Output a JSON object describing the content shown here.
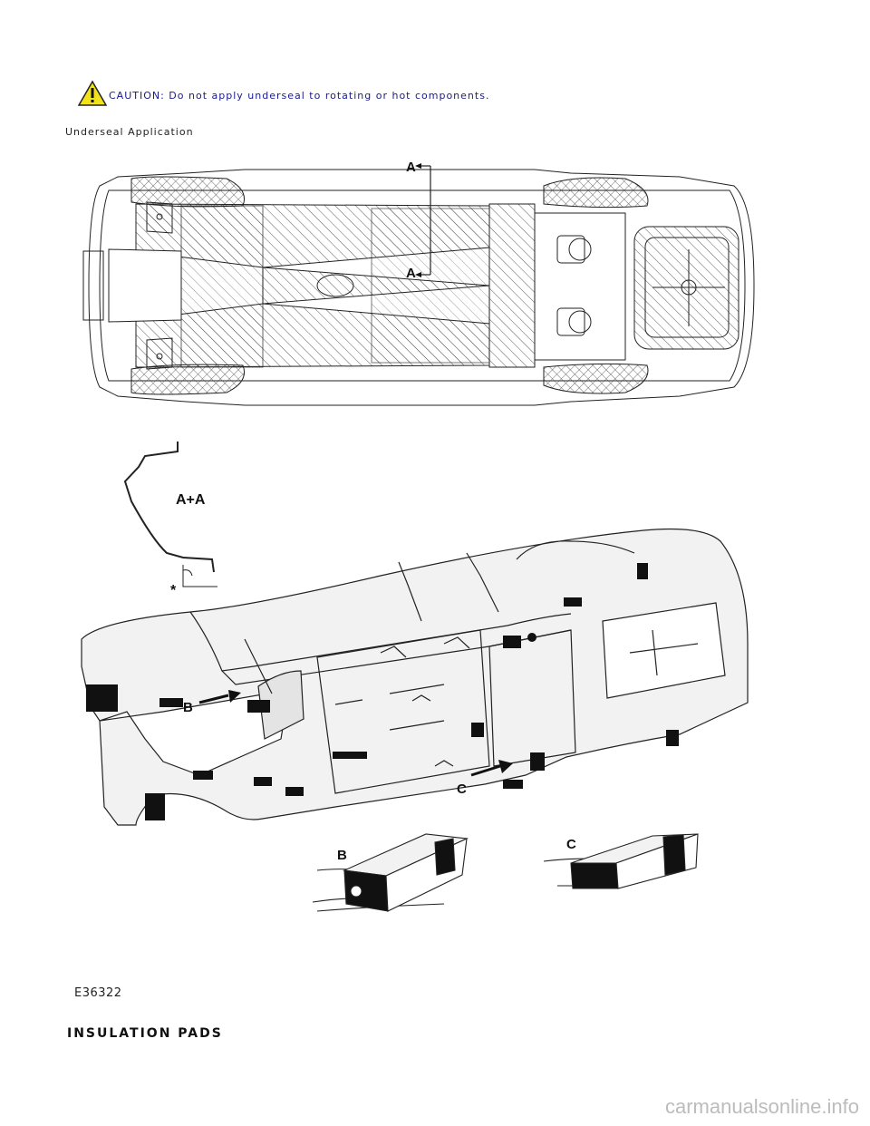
{
  "caution": {
    "text": "CAUTION: Do not apply underseal to rotating or hot components.",
    "icon": "warning-triangle-icon",
    "icon_color": "#f2e21b"
  },
  "subheading": "Underseal Application",
  "figure": {
    "label_a": "A",
    "label_section": "A+A",
    "label_b": "B",
    "label_c": "C",
    "asterisk": "*",
    "code": "E36322"
  },
  "section_title": "INSULATION PADS",
  "watermark": "carmanualsonline.info"
}
